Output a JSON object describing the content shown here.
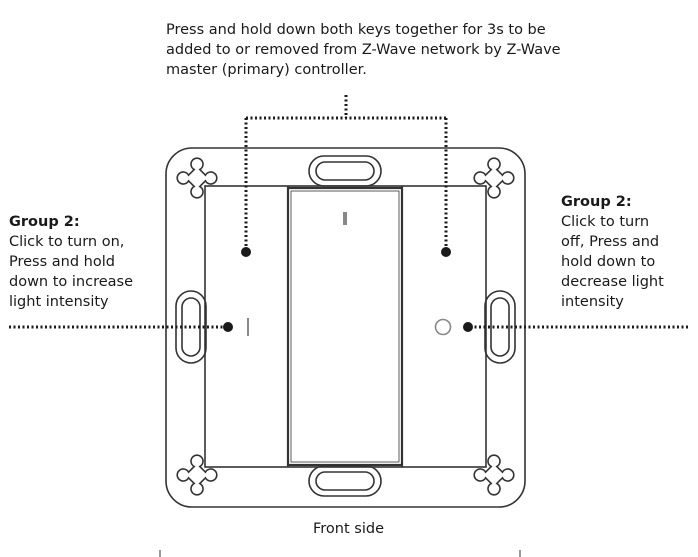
{
  "top_note": {
    "lines": [
      "Press and hold down both keys together for 3s to be",
      "added to or removed from Z-Wave network by Z-Wave",
      "master (primary) controller."
    ]
  },
  "left_note": {
    "title": "Group 2:",
    "lines": [
      "Click to turn on,",
      "Press and hold",
      "down to increase",
      "light intensity"
    ]
  },
  "right_note": {
    "title": "Group 2:",
    "lines": [
      "Click to turn",
      "off, Press and",
      "hold down to",
      "decrease light",
      "intensity"
    ]
  },
  "caption": "Front side",
  "colors": {
    "line": "#1a1a1a",
    "device_outline": "#333333",
    "indicator": "#888888"
  }
}
